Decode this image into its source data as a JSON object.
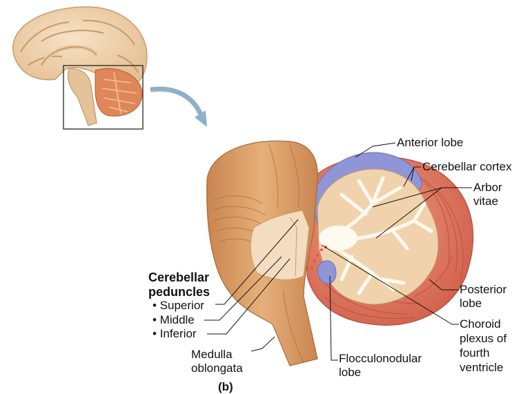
{
  "labels": {
    "anterior_lobe": "Anterior lobe",
    "cerebellar_cortex": "Cerebellar cortex",
    "arbor_vitae_1": "Arbor",
    "arbor_vitae_2": "vitae",
    "posterior_lobe_1": "Posterior",
    "posterior_lobe_2": "lobe",
    "choroid_1": "Choroid",
    "choroid_2": "plexus of",
    "choroid_3": "fourth",
    "choroid_4": "ventricle",
    "flocculonodular_1": "Flocculonodular",
    "flocculonodular_2": "lobe",
    "medulla_1": "Medulla",
    "medulla_2": "oblongata",
    "peduncles_1": "Cerebellar",
    "peduncles_2": "peduncles",
    "superior": "• Superior",
    "middle": "• Middle",
    "inferior": "• Inferior",
    "panel": "(b)"
  },
  "colors": {
    "brain_tan": "#f0d3ad",
    "cerebellum_orange": "#e0875a",
    "cortex_blue": "#8f95d6",
    "posterior_red": "#e07b66",
    "white_matter": "#f6e3c4",
    "brainstem": "#d79a62",
    "arrow": "#8fb0c8"
  }
}
